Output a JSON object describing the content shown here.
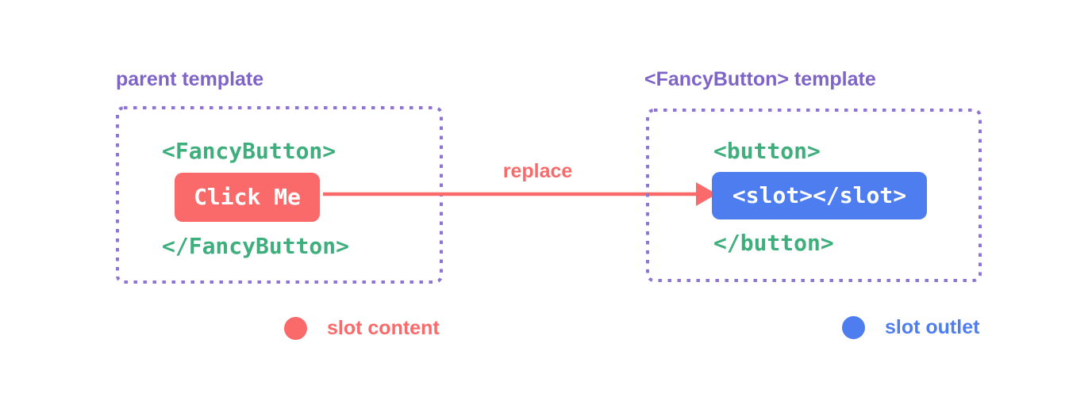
{
  "colors": {
    "background": "#ffffff",
    "red": "#fb6a6a",
    "blue": "#4e7df0",
    "green": "#3eae7d",
    "purple": "#7e63c8",
    "purple_border": "#8e74d3"
  },
  "left_panel": {
    "title": "parent template",
    "open_tag": "<FancyButton>",
    "button_label": "Click Me",
    "close_tag": "</FancyButton>"
  },
  "arrow": {
    "label": "replace"
  },
  "right_panel": {
    "title": "<FancyButton> template",
    "open_tag": "<button>",
    "slot_label": "<slot></slot>",
    "close_tag": "</button>"
  },
  "legend": {
    "items": [
      {
        "label": "slot content",
        "color": "#fb6a6a"
      },
      {
        "label": "slot outlet",
        "color": "#4e7df0"
      }
    ]
  }
}
